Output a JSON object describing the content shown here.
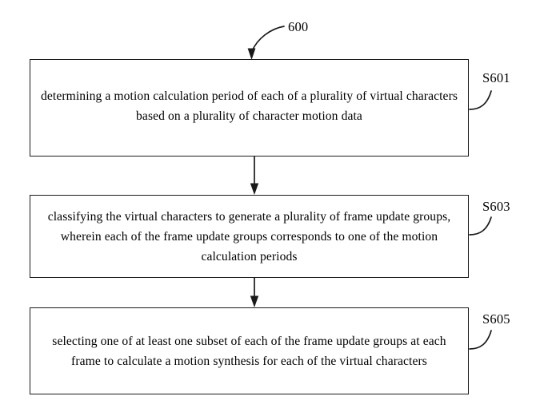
{
  "figure": {
    "reference_numeral": "600",
    "steps": [
      {
        "id": "S601",
        "label": "S601",
        "text": "determining a motion calculation period of each of a plurality of virtual characters based on a plurality of character motion data"
      },
      {
        "id": "S603",
        "label": "S603",
        "text": "classifying the virtual characters to generate a plurality of frame update groups, wherein each of the frame update groups corresponds to one of the motion calculation periods"
      },
      {
        "id": "S605",
        "label": "S605",
        "text": "selecting one of at least one subset of each of the frame update groups at each frame to calculate a motion synthesis for each of the virtual characters"
      }
    ]
  },
  "colors": {
    "stroke": "#1a1a1a",
    "text": "#000000",
    "background": "#ffffff"
  }
}
